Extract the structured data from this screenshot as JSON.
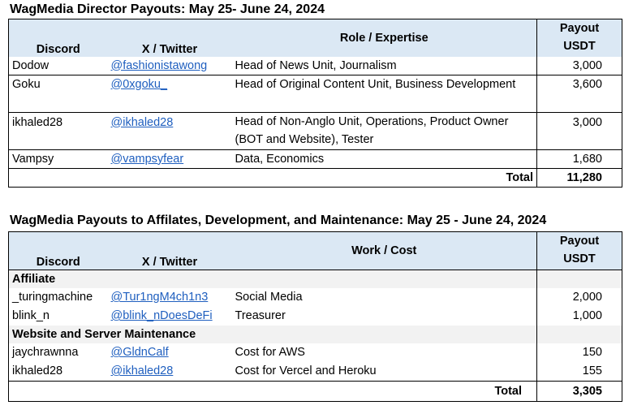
{
  "table1": {
    "title": "WagMedia Director Payouts: May 25- June 24, 2024",
    "headers": {
      "discord": "Discord",
      "twitter": "X / Twitter",
      "role": "Role / Expertise",
      "payout_line1": "Payout",
      "payout_line2": "USDT"
    },
    "rows": [
      {
        "discord": "Dodow",
        "twitter": "@fashionistawong",
        "role": "Head of News Unit, Journalism",
        "role2": "",
        "payout": "3,000"
      },
      {
        "discord": "Goku",
        "twitter": "@0xgoku_",
        "role": "Head of Original Content Unit, Business Development",
        "role2": "",
        "payout": "3,600"
      },
      {
        "discord": "ikhaled28",
        "twitter": "@ikhaled28",
        "role": "Head of Non-Anglo Unit, Operations, Product Owner",
        "role2": "(BOT and Website), Tester",
        "payout": "3,000"
      },
      {
        "discord": "Vampsy",
        "twitter": "@vampsyfear",
        "role": "Data, Economics",
        "role2": "",
        "payout": "1,680"
      }
    ],
    "total_label": "Total",
    "total_value": "11,280"
  },
  "table2": {
    "title": "WagMedia Payouts to Affilates, Development, and Maintenance: May 25 - June 24, 2024",
    "headers": {
      "discord": "Discord",
      "twitter": "X / Twitter",
      "work": "Work / Cost",
      "payout_line1": "Payout",
      "payout_line2": "USDT"
    },
    "sections": [
      {
        "name": "Affiliate",
        "rows": [
          {
            "discord": "_turingmachine",
            "twitter": "@Tur1ngM4ch1n3",
            "work": "Social Media",
            "payout": "2,000"
          },
          {
            "discord": "blink_n",
            "twitter": "@blink_nDoesDeFi",
            "work": "Treasurer",
            "payout": "1,000"
          }
        ]
      },
      {
        "name": "Website and Server Maintenance",
        "rows": [
          {
            "discord": "jaychrawnna",
            "twitter": "@GldnCalf",
            "work": "Cost for AWS",
            "payout": "150"
          },
          {
            "discord": "ikhaled28",
            "twitter": "@ikhaled28",
            "work": "Cost for Vercel and Heroku",
            "payout": "155"
          }
        ]
      }
    ],
    "total_label": "Total",
    "total_value": "3,305"
  }
}
